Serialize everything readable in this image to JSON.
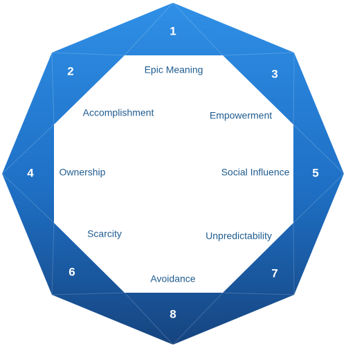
{
  "diagram": {
    "colors": {
      "ring_light": "#2f8fe6",
      "ring_mid": "#1e6fc4",
      "ring_dark": "#16447f",
      "inner_fill": "#ffffff",
      "label_text": "#1f5b8f",
      "number_text": "#ffffff"
    },
    "drives": [
      {
        "number": "1",
        "label": "Epic Meaning"
      },
      {
        "number": "2",
        "label": "Accomplishment"
      },
      {
        "number": "3",
        "label": "Empowerment"
      },
      {
        "number": "4",
        "label": "Ownership"
      },
      {
        "number": "5",
        "label": "Social Influence"
      },
      {
        "number": "6",
        "label": "Scarcity"
      },
      {
        "number": "7",
        "label": "Unpredictability"
      },
      {
        "number": "8",
        "label": "Avoidance"
      }
    ]
  }
}
